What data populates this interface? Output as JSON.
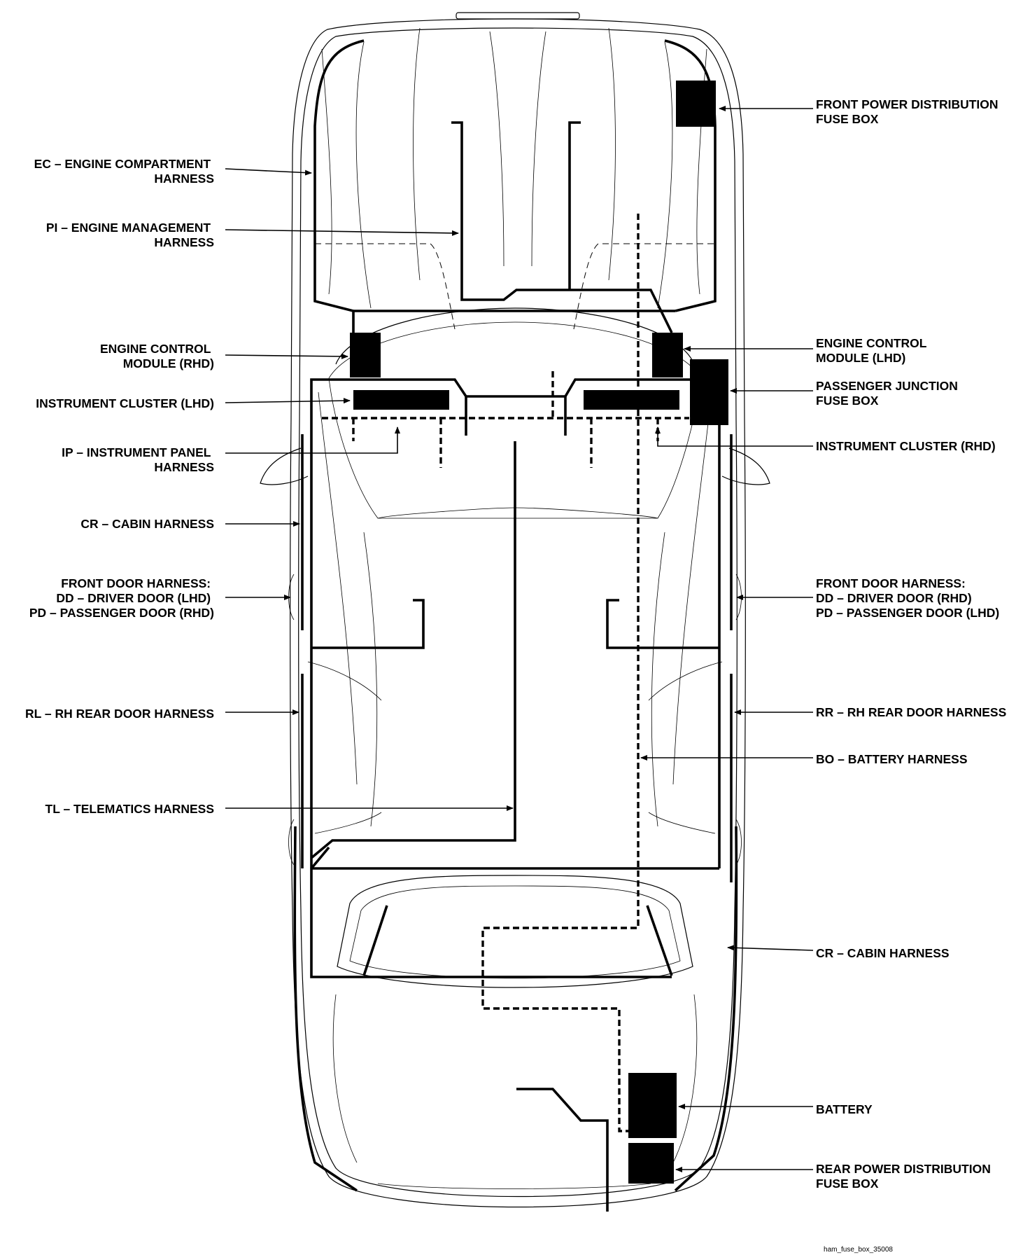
{
  "labels": {
    "front_power_box": [
      "FRONT POWER DISTRIBUTION",
      "FUSE BOX"
    ],
    "engine_compartment": [
      "EC – ENGINE COMPARTMENT",
      "HARNESS"
    ],
    "engine_management": [
      "PI – ENGINE MANAGEMENT",
      "HARNESS"
    ],
    "ecm_rhd": [
      "ENGINE CONTROL",
      "MODULE (RHD)"
    ],
    "ecm_lhd": [
      "ENGINE CONTROL",
      "MODULE (LHD)"
    ],
    "cluster_lhd": [
      "INSTRUMENT CLUSTER (LHD)"
    ],
    "passenger_junction": [
      "PASSENGER JUNCTION",
      "FUSE BOX"
    ],
    "ip_harness": [
      "IP – INSTRUMENT PANEL",
      "HARNESS"
    ],
    "cluster_rhd": [
      "INSTRUMENT CLUSTER (RHD)"
    ],
    "cr_left": [
      "CR – CABIN HARNESS"
    ],
    "front_door_left": [
      "FRONT DOOR HARNESS:",
      "DD – DRIVER DOOR (LHD)",
      "PD – PASSENGER DOOR (RHD)"
    ],
    "front_door_right": [
      "FRONT DOOR HARNESS:",
      "DD – DRIVER DOOR (RHD)",
      "PD – PASSENGER DOOR (LHD)"
    ],
    "rl_rear_door": [
      "RL – RH REAR DOOR HARNESS"
    ],
    "rr_rear_door": [
      "RR – RH REAR DOOR HARNESS"
    ],
    "battery_harness": [
      "BO – BATTERY HARNESS"
    ],
    "telematics": [
      "TL – TELEMATICS HARNESS"
    ],
    "cr_right": [
      "CR – CABIN HARNESS"
    ],
    "battery": [
      "BATTERY"
    ],
    "rear_power_box": [
      "REAR POWER DISTRIBUTION",
      "FUSE BOX"
    ]
  },
  "figure_id": "ham_fuse_box_35008"
}
